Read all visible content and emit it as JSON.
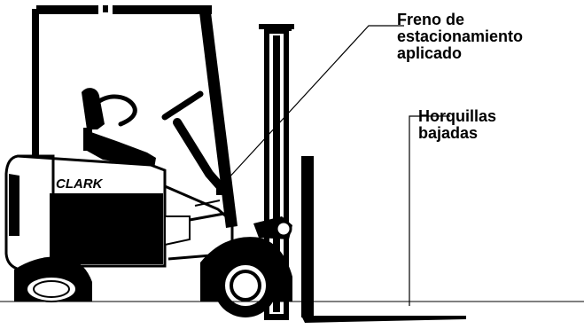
{
  "labels": {
    "parking_brake": [
      "Freno de",
      "estacionamiento",
      "aplicado"
    ],
    "forks_lowered": [
      "Horquillas",
      "bajadas"
    ]
  },
  "truck": {
    "brand_text": "CLARK"
  },
  "colors": {
    "ink": "#000000",
    "paper": "#ffffff"
  }
}
